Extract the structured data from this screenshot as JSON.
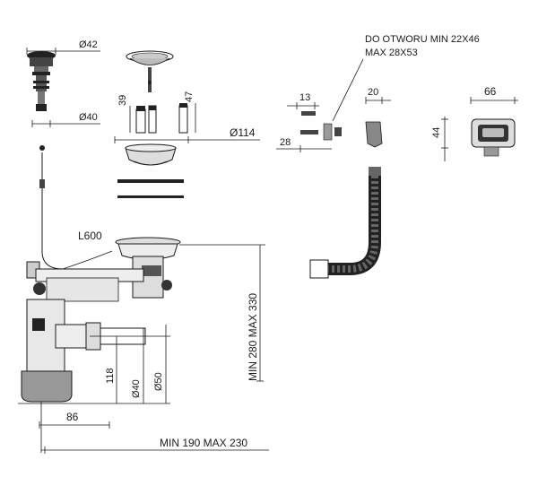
{
  "labels": {
    "d42": "Ø42",
    "d40_top": "Ø40",
    "d114": "Ø114",
    "h39": "39",
    "h47": "47",
    "w13": "13",
    "w28": "28",
    "w20": "20",
    "w66": "66",
    "h44": "44",
    "note_line1": "DO OTWORU MIN 22X46",
    "note_line2": "MAX 28X53",
    "l600": "L600",
    "min_max_height": "MIN 280 MAX 330",
    "h118": "118",
    "d40_bottom": "Ø40",
    "d50": "Ø50",
    "w86": "86",
    "min_max_width": "MIN 190 MAX 230"
  }
}
